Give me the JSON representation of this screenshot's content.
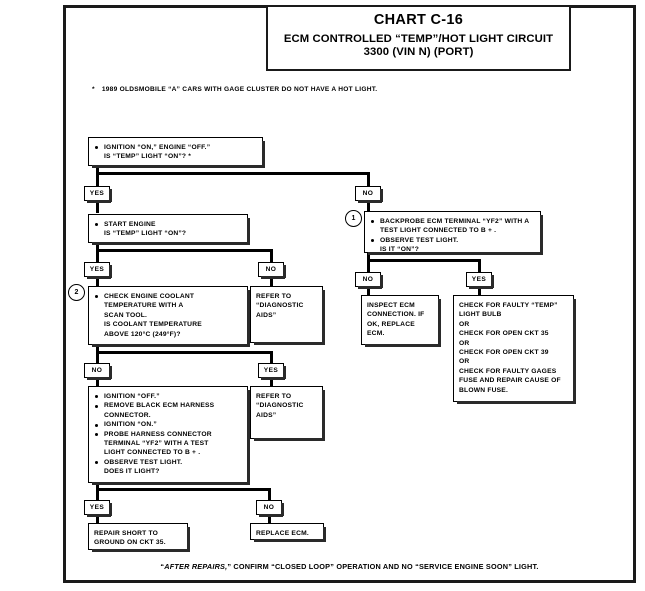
{
  "chart": {
    "title": "CHART C-16",
    "subtitle_line1": "ECM CONTROLLED “TEMP”/HOT LIGHT CIRCUIT",
    "subtitle_line2": "3300  (VIN N)  (PORT)",
    "footnote_marker": "*",
    "footnote": "1989 OLDSMOBILE “A” CARS WITH GAGE CLUSTER DO NOT HAVE A HOT LIGHT.",
    "footer_italic": "AFTER REPAIRS,",
    "footer_prefix": "“",
    "footer_rest": "” CONFIRM “CLOSED  LOOP” OPERATION AND NO “SERVICE  ENGINE SOON” LIGHT."
  },
  "steps": {
    "s1": {
      "line1": "IGNITION “ON,” ENGINE “OFF.”",
      "line2": "IS “TEMP” LIGHT “ON”? *"
    },
    "s2": {
      "line1": "START ENGINE",
      "line2": "IS “TEMP” LIGHT “ON”?"
    },
    "s3": {
      "number": "2",
      "line1": "CHECK ENGINE COOLANT",
      "line2": "TEMPERATURE WITH A",
      "line3": "SCAN TOOL.",
      "line4": "IS COOLANT TEMPERATURE",
      "line5": "ABOVE 120°C (249°F)?"
    },
    "s4": {
      "number": "1",
      "line1": "BACKPROBE ECM TERMINAL “YF2” WITH A",
      "line2": "TEST LIGHT CONNECTED TO B + .",
      "line3": "OBSERVE TEST LIGHT.",
      "line4": "IS IT “ON”?"
    },
    "s5": {
      "line1": "IGNITION “OFF.”",
      "line2": "REMOVE BLACK ECM HARNESS",
      "line3": "CONNECTOR.",
      "line4": "IGNITION “ON.”",
      "line5": "PROBE HARNESS CONNECTOR",
      "line6": "TERMINAL “YF2” WITH A TEST",
      "line7": "LIGHT CONNECTED TO B + .",
      "line8": "OBSERVE TEST LIGHT.",
      "line9": "DOES IT LIGHT?"
    }
  },
  "results": {
    "aids_upper": {
      "line1": "REFER TO",
      "line2": "“DIAGNOSTIC",
      "line3": "AIDS”"
    },
    "aids_lower": {
      "line1": "REFER TO",
      "line2": "“DIAGNOSTIC",
      "line3": "AIDS”"
    },
    "inspect_ecm": {
      "line1": "INSPECT ECM",
      "line2": "CONNECTION. IF",
      "line3": "OK, REPLACE",
      "line4": "ECM."
    },
    "check_faulty": {
      "line1": "CHECK FOR FAULTY “TEMP”",
      "line2": "LIGHT BULB",
      "line3": "OR",
      "line4": "CHECK FOR OPEN CKT 35",
      "line5": "OR",
      "line6": "CHECK FOR OPEN CKT 39",
      "line7": "OR",
      "line8": "CHECK FOR FAULTY GAGES",
      "line9": "FUSE AND REPAIR CAUSE OF",
      "line10": "BLOWN FUSE."
    },
    "repair_short": {
      "line1": "REPAIR SHORT TO",
      "line2": "GROUND ON CKT 35."
    },
    "replace_ecm": {
      "line1": "REPLACE ECM."
    }
  },
  "answers": {
    "yes": "YES",
    "no": "NO"
  }
}
